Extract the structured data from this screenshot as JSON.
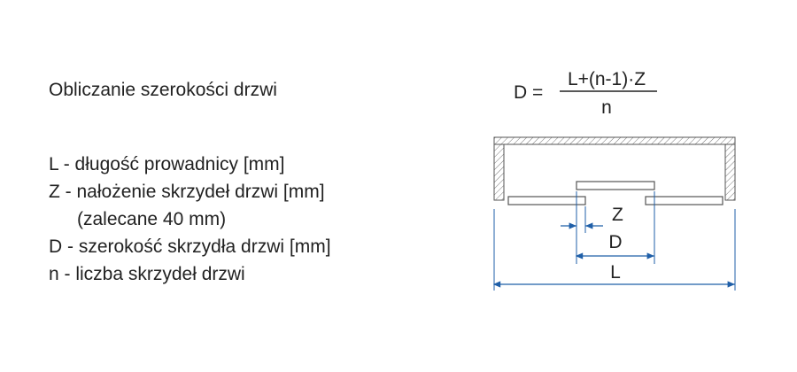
{
  "title": "Obliczanie szerokości drzwi",
  "definitions": [
    "L - długość prowadnicy [mm]",
    "Z - nałożenie skrzydeł drzwi [mm]",
    "(zalecane 40 mm)",
    "D - szerokość skrzydła drzwi [mm]",
    "n - liczba skrzydeł drzwi"
  ],
  "formula": {
    "lhs": "D =",
    "numerator": "L+(n-1)·Z",
    "denominator": "n"
  },
  "diagram": {
    "label_z": "Z",
    "label_d": "D",
    "label_l": "L",
    "dimension_color": "#1f5fa8",
    "frame_color": "#555555"
  }
}
